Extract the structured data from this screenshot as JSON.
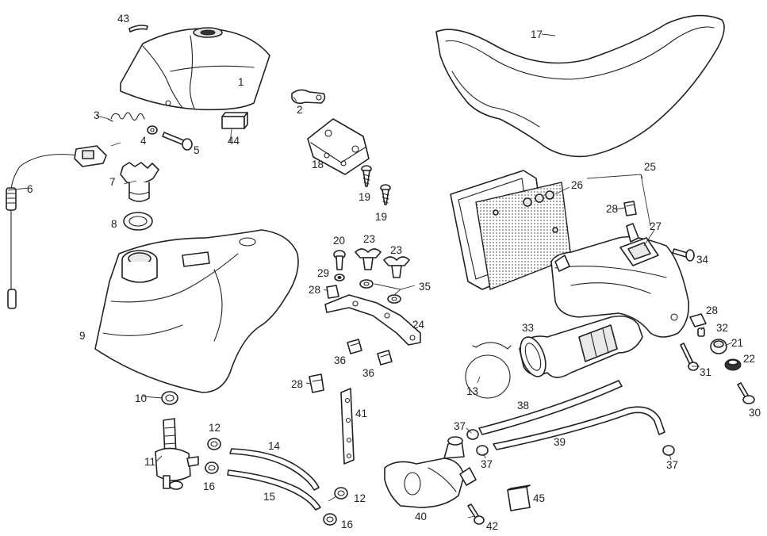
{
  "labels": [
    {
      "id": "l43a",
      "text": "43"
    },
    {
      "id": "l1",
      "text": "1"
    },
    {
      "id": "l2",
      "text": "2"
    },
    {
      "id": "l3",
      "text": "3"
    },
    {
      "id": "l4",
      "text": "4"
    },
    {
      "id": "l5",
      "text": "5"
    },
    {
      "id": "l44",
      "text": "44"
    },
    {
      "id": "l17",
      "text": "17"
    },
    {
      "id": "l6",
      "text": "6"
    },
    {
      "id": "l7",
      "text": "7"
    },
    {
      "id": "l8",
      "text": "8"
    },
    {
      "id": "l18",
      "text": "18"
    },
    {
      "id": "l19a",
      "text": "19"
    },
    {
      "id": "l19b",
      "text": "19"
    },
    {
      "id": "l25",
      "text": "25"
    },
    {
      "id": "l26",
      "text": "26"
    },
    {
      "id": "l28a",
      "text": "28"
    },
    {
      "id": "l27",
      "text": "27"
    },
    {
      "id": "l20",
      "text": "20"
    },
    {
      "id": "l23a",
      "text": "23"
    },
    {
      "id": "l23b",
      "text": "23"
    },
    {
      "id": "l34",
      "text": "34"
    },
    {
      "id": "l29",
      "text": "29"
    },
    {
      "id": "l28b",
      "text": "28"
    },
    {
      "id": "l35",
      "text": "35"
    },
    {
      "id": "l9",
      "text": "9"
    },
    {
      "id": "l24",
      "text": "24"
    },
    {
      "id": "l33",
      "text": "33"
    },
    {
      "id": "l28c",
      "text": "28"
    },
    {
      "id": "l32",
      "text": "32"
    },
    {
      "id": "l21",
      "text": "21"
    },
    {
      "id": "l22",
      "text": "22"
    },
    {
      "id": "l36a",
      "text": "36"
    },
    {
      "id": "l36b",
      "text": "36"
    },
    {
      "id": "l31",
      "text": "31"
    },
    {
      "id": "l13",
      "text": "13"
    },
    {
      "id": "l28d",
      "text": "28"
    },
    {
      "id": "l10",
      "text": "10"
    },
    {
      "id": "l30",
      "text": "30"
    },
    {
      "id": "l38",
      "text": "38"
    },
    {
      "id": "l41",
      "text": "41"
    },
    {
      "id": "l37a",
      "text": "37"
    },
    {
      "id": "l12a",
      "text": "12"
    },
    {
      "id": "l39",
      "text": "39"
    },
    {
      "id": "l14",
      "text": "14"
    },
    {
      "id": "l11",
      "text": "11"
    },
    {
      "id": "l37b",
      "text": "37"
    },
    {
      "id": "l37c",
      "text": "37"
    },
    {
      "id": "l16a",
      "text": "16"
    },
    {
      "id": "l15",
      "text": "15"
    },
    {
      "id": "l12b",
      "text": "12"
    },
    {
      "id": "l45",
      "text": "45"
    },
    {
      "id": "l40",
      "text": "40"
    },
    {
      "id": "l16b",
      "text": "16"
    },
    {
      "id": "l42",
      "text": "42"
    }
  ]
}
